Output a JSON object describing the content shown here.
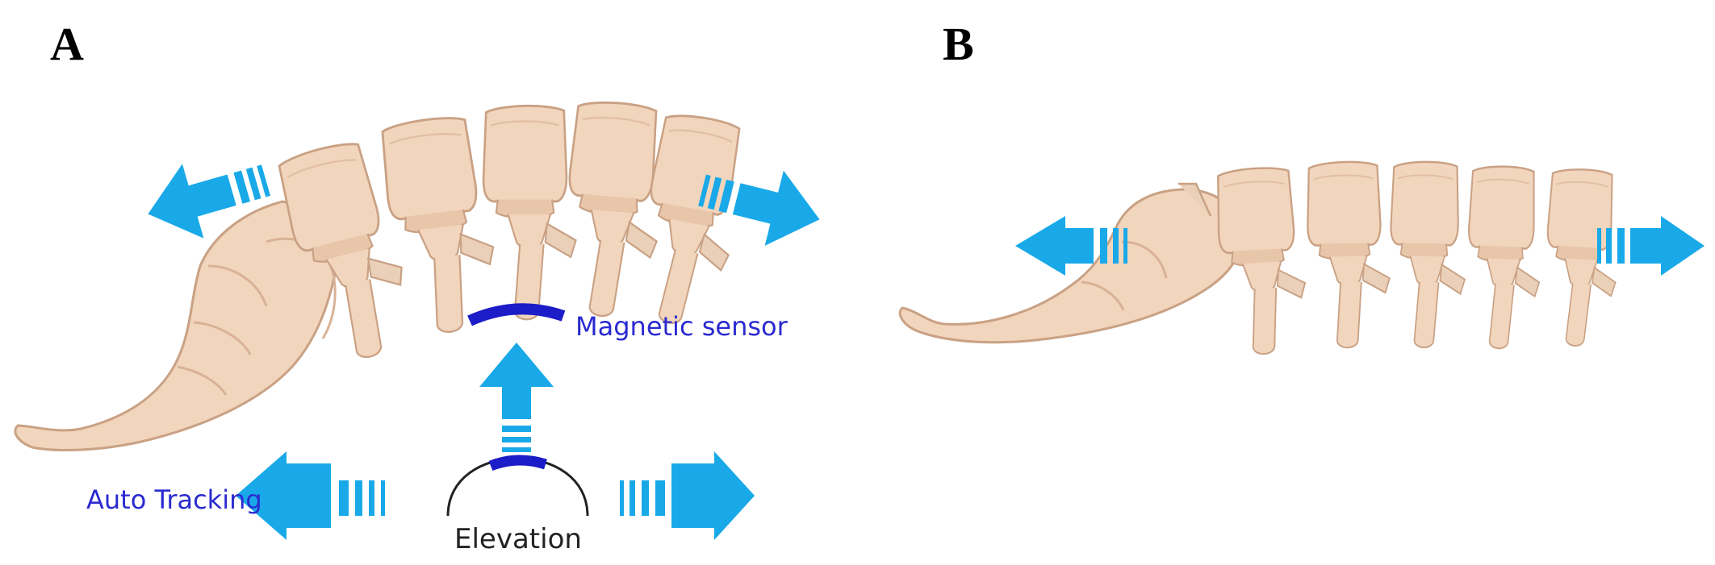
{
  "panels": {
    "a": {
      "letter": "A"
    },
    "b": {
      "letter": "B"
    }
  },
  "labels": {
    "magnetic_sensor": "Magnetic sensor",
    "auto_tracking": "Auto Tracking",
    "elevation": "Elevation"
  },
  "colors": {
    "bone_fill": "#f2d5bd",
    "bone_stroke": "#c9a184",
    "bone_shadow": "#d9b296",
    "arrow": "#19a9e8",
    "sensor": "#1c1cc8",
    "label_text": "#2a2ad0"
  }
}
